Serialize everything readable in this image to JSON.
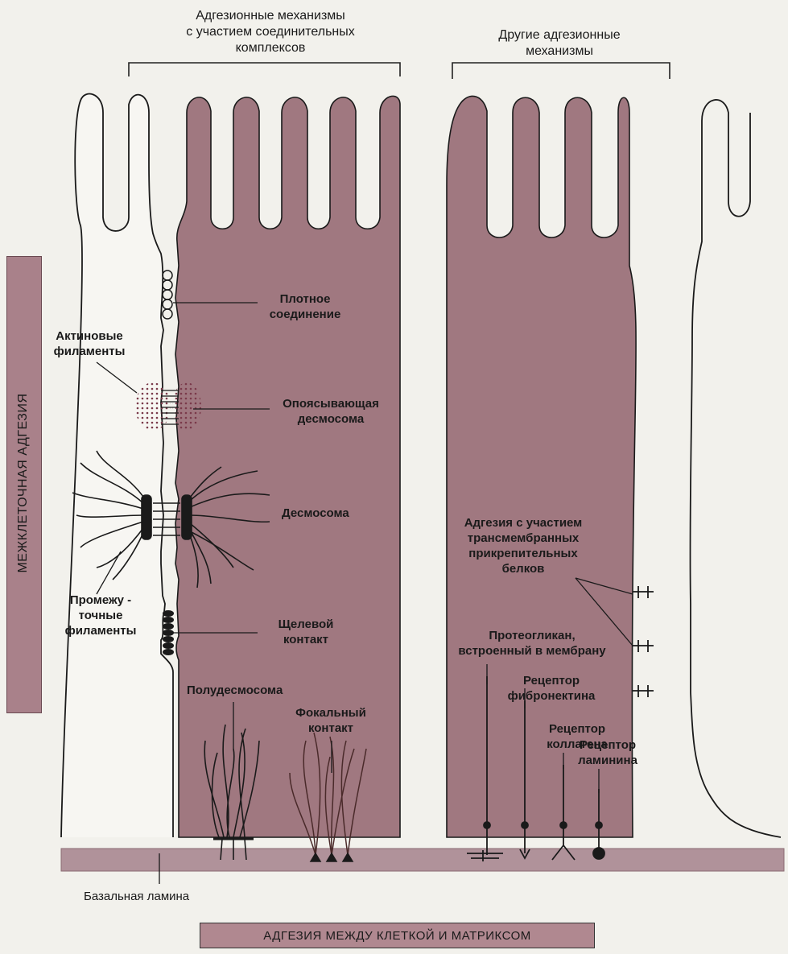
{
  "headers": {
    "junctional": [
      "Адгезионные механизмы",
      "с участием соединительных",
      "комплексов"
    ],
    "other": [
      "Другие адгезионные",
      "механизмы"
    ]
  },
  "side_label": "МЕЖКЛЕТОЧНАЯ АДГЕЗИЯ",
  "bottom_label": "АДГЕЗИЯ МЕЖДУ КЛЕТКОЙ И МАТРИКСОМ",
  "labels": {
    "tight_junction": [
      "Плотное",
      "соединение"
    ],
    "actin_filaments": [
      "Актиновые",
      "филаменты"
    ],
    "belt_desmosome": [
      "Опоясывающая",
      "десмосома"
    ],
    "desmosome": "Десмосома",
    "intermediate_filaments": [
      "Промежу -",
      "точные",
      "филаменты"
    ],
    "gap_junction": [
      "Щелевой",
      "контакт"
    ],
    "hemidesmosome": "Полудесмосома",
    "focal_contact": [
      "Фокальный",
      "контакт"
    ],
    "basal_lamina": "Базальная ламина",
    "transmembrane_adhesion": [
      "Адгезия с участием",
      "трансмембранных",
      "прикрепительных",
      "белков"
    ],
    "proteoglycan": [
      "Протеогликан,",
      "встроенный в мембрану"
    ],
    "fibronectin_receptor": [
      "Рецептор",
      "фибронектина"
    ],
    "collagen_receptor": [
      "Рецептор",
      "коллагена"
    ],
    "laminin_receptor": [
      "Рецептор",
      "ламинина"
    ]
  },
  "colors": {
    "cell_fill": "#a07880",
    "lamina": "#b0929a",
    "side_bar": "#a9818a",
    "ink": "#1a1a1a",
    "focal_ink": "#4a2a2a"
  }
}
